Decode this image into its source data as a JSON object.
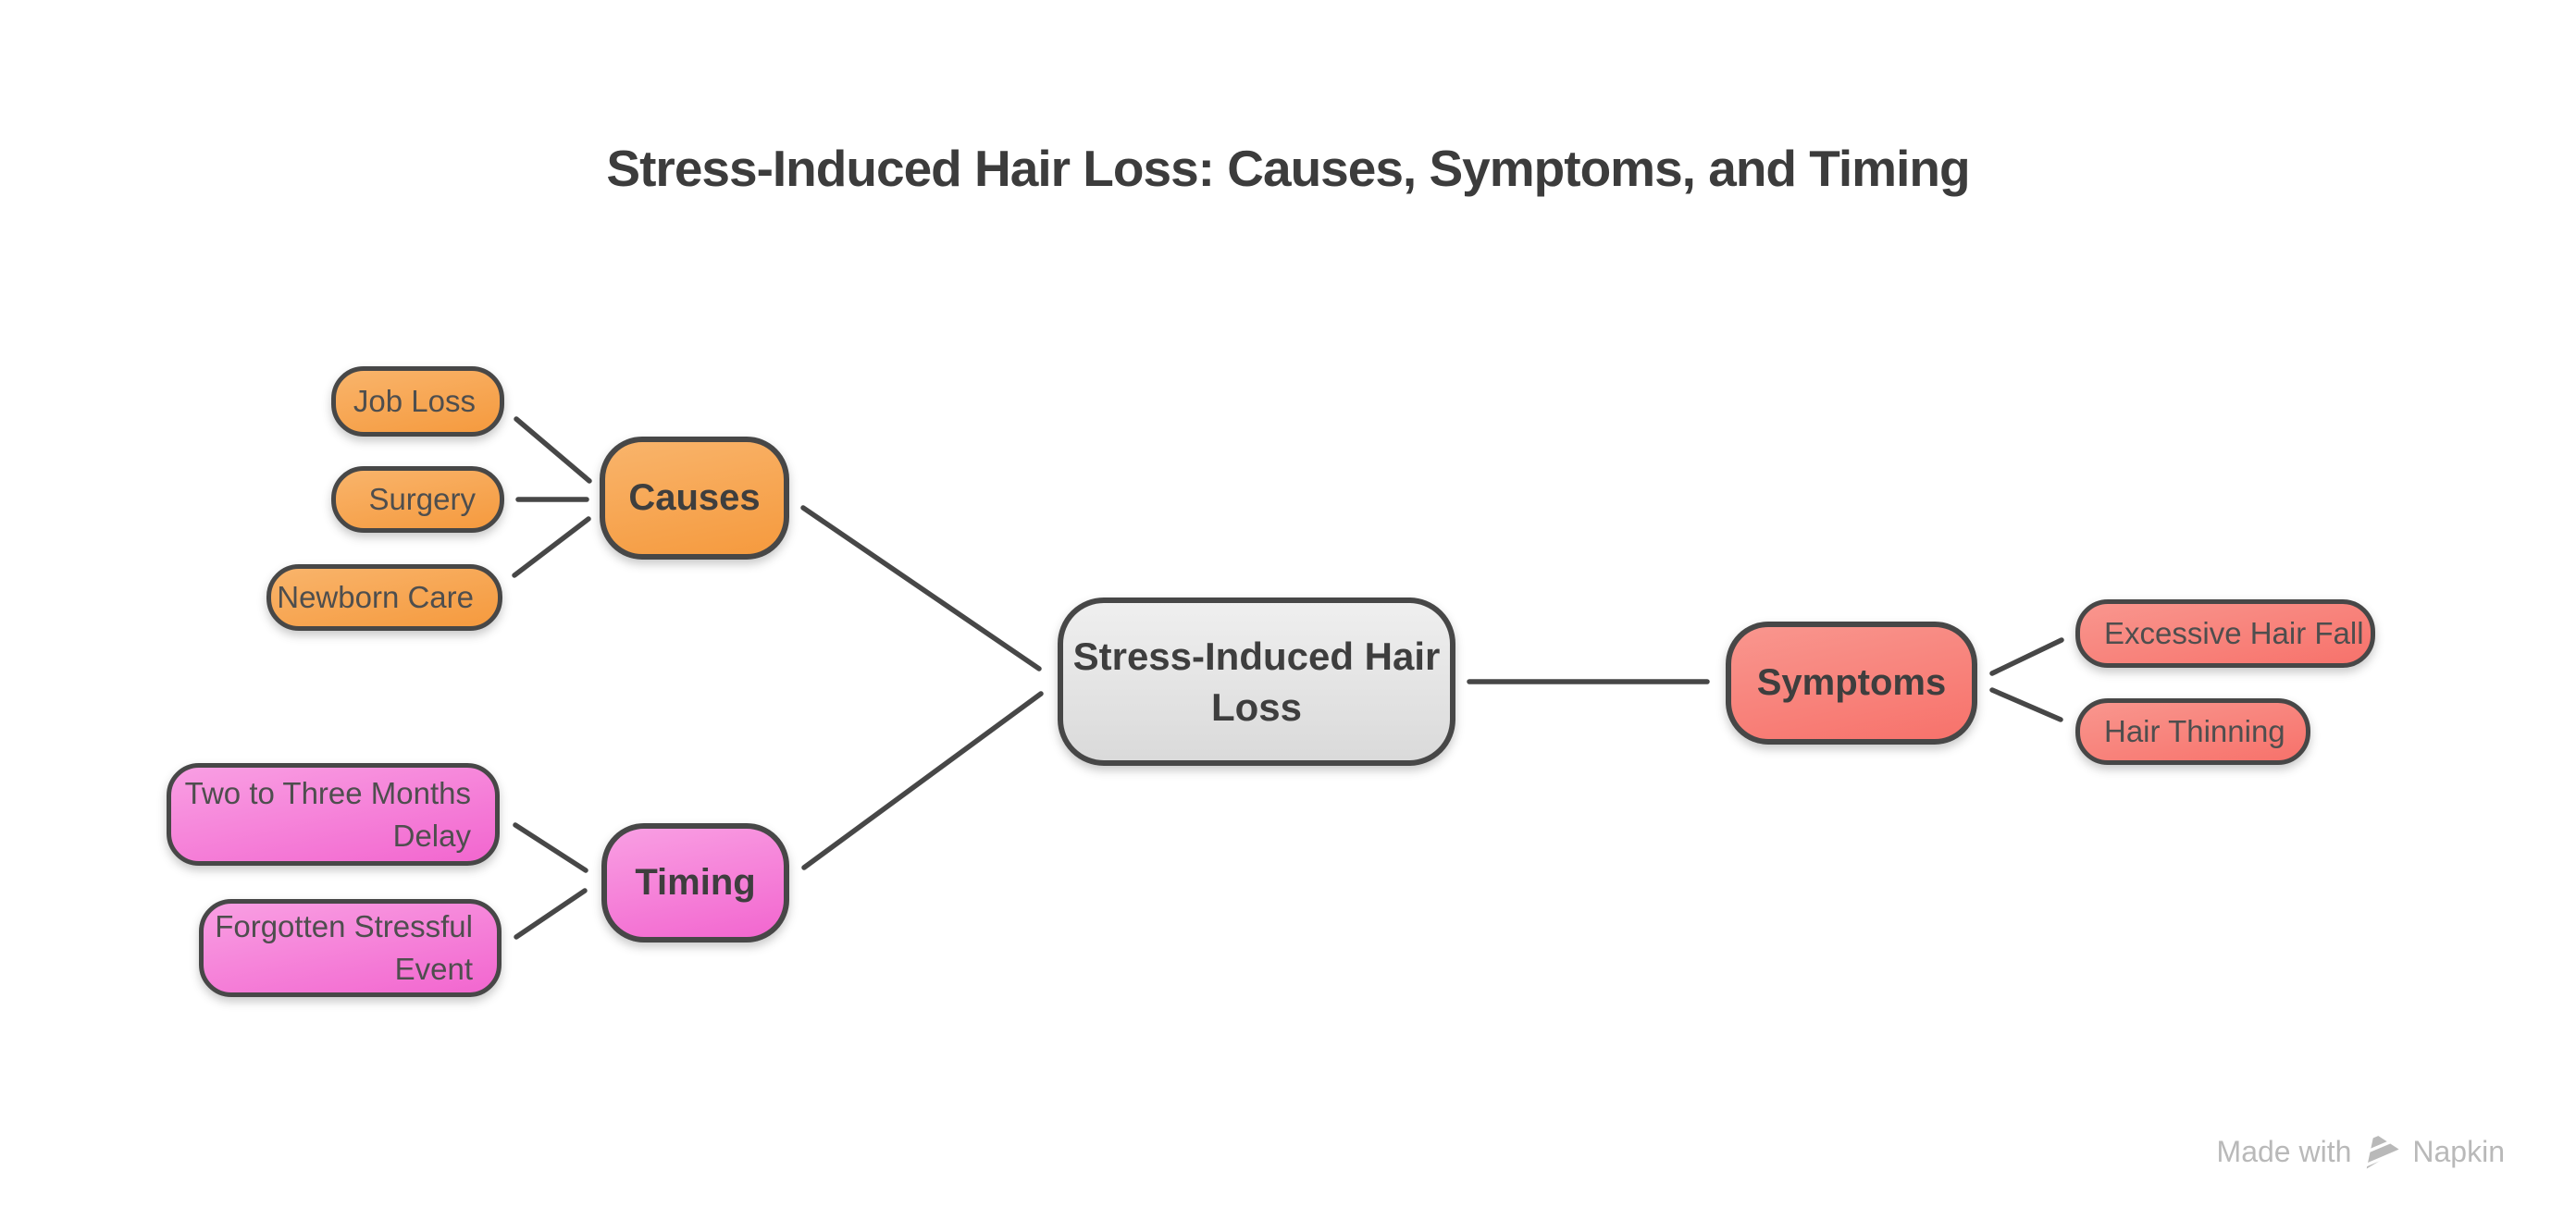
{
  "title": "Stress-Induced Hair Loss: Causes, Symptoms, and Timing",
  "nodes": {
    "central": {
      "label": "Stress-Induced Hair\nLoss"
    },
    "causes": {
      "label": "Causes"
    },
    "job_loss": {
      "label": "Job Loss"
    },
    "surgery": {
      "label": "Surgery"
    },
    "newborn_care": {
      "label": "Newborn Care"
    },
    "timing": {
      "label": "Timing"
    },
    "two_three_months_delay": {
      "label": "Two to Three Months\nDelay"
    },
    "forgotten_stressful_event": {
      "label": "Forgotten Stressful\nEvent"
    },
    "symptoms": {
      "label": "Symptoms"
    },
    "excessive_hair_fall": {
      "label": "Excessive Hair Fall"
    },
    "hair_thinning": {
      "label": "Hair Thinning"
    }
  },
  "edges": [
    {
      "from": "job_loss",
      "to": "causes"
    },
    {
      "from": "surgery",
      "to": "causes"
    },
    {
      "from": "newborn_care",
      "to": "causes"
    },
    {
      "from": "causes",
      "to": "central"
    },
    {
      "from": "two_three_months_delay",
      "to": "timing"
    },
    {
      "from": "forgotten_stressful_event",
      "to": "timing"
    },
    {
      "from": "timing",
      "to": "central"
    },
    {
      "from": "central",
      "to": "symptoms"
    },
    {
      "from": "symptoms",
      "to": "excessive_hair_fall"
    },
    {
      "from": "symptoms",
      "to": "hair_thinning"
    }
  ],
  "watermark": {
    "made_with": "Made with",
    "brand": "Napkin"
  },
  "colors": {
    "background": "#FFFFFF",
    "node_border": "#474747",
    "connector": "#474747",
    "orange_light": "#F9B46B",
    "orange_dark": "#F59A3E",
    "pink_light": "#F99FE3",
    "pink_dark": "#F266CF",
    "salmon_light": "#F9968E",
    "salmon_dark": "#F7726B",
    "gray_light": "#EFEFEF",
    "gray_dark": "#DADADA",
    "text_dark": "#3E3E3E",
    "text_leaf": "#4E4E4E",
    "title": "#3C3C3C",
    "watermark": "#B9B9B9"
  }
}
